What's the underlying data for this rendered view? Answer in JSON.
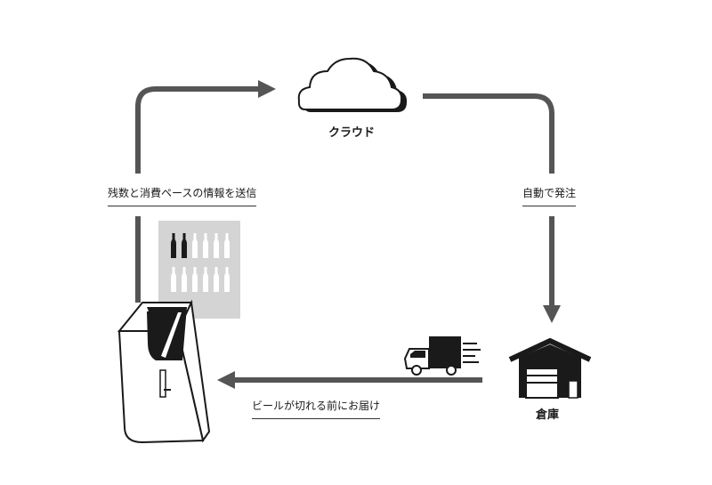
{
  "labels": {
    "cloud": "クラウド",
    "warehouse": "倉庫",
    "send_info": "残数と消費ペースの情報を送信",
    "auto_order": "自動で発注",
    "deliver": "ビールが切れる前にお届け"
  },
  "colors": {
    "arrow": "#555555",
    "line_dark": "#1a1a1a",
    "panel": "#d4d4d4"
  },
  "icons": [
    "cloud-icon",
    "warehouse-icon",
    "delivery-truck-icon",
    "beer-fridge-icon",
    "bottle-stock-panel"
  ],
  "bottle_stock": {
    "rows": [
      [
        "dark",
        "dark",
        "light",
        "light",
        "light",
        "light"
      ],
      [
        "light",
        "light",
        "light",
        "light",
        "light",
        "light"
      ]
    ]
  }
}
